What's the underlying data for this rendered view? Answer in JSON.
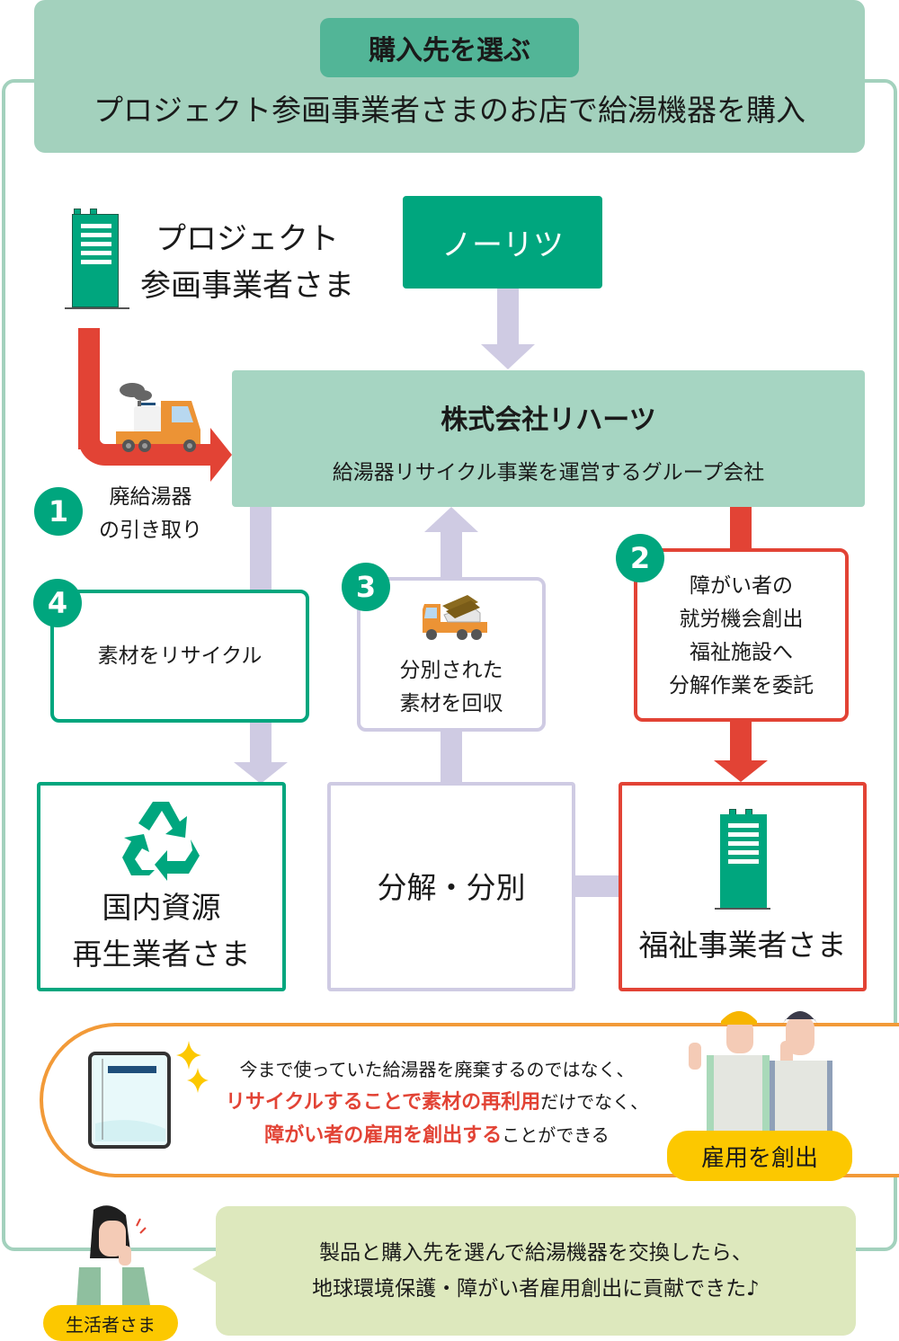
{
  "header": {
    "badge": "購入先を選ぶ",
    "subtitle": "プロジェクト参画事業者さまのお店で給湯機器を購入"
  },
  "project_participant": {
    "line1": "プロジェクト",
    "line2": "参画事業者さま",
    "icon": "building-icon"
  },
  "noritz": {
    "label": "ノーリツ"
  },
  "reharts": {
    "title": "株式会社リハーツ",
    "subtitle": "給湯器リサイクル事業を運営するグループ会社"
  },
  "steps": [
    {
      "number": "1",
      "lines": [
        "廃給湯器",
        "の引き取り"
      ],
      "icon": "truck-icon"
    },
    {
      "number": "2",
      "lines": [
        "障がい者の",
        "就労機会創出",
        "福祉施設へ",
        "分解作業を委託"
      ]
    },
    {
      "number": "3",
      "lines": [
        "分別された",
        "素材を回収"
      ],
      "icon": "truck-with-materials-icon"
    },
    {
      "number": "4",
      "lines": [
        "素材をリサイクル"
      ]
    }
  ],
  "destinations": {
    "recycler": {
      "lines": [
        "国内資源",
        "再生業者さま"
      ],
      "icon": "recycle-icon"
    },
    "sorting": {
      "label": "分解・分別"
    },
    "welfare": {
      "label": "福祉事業者さま",
      "icon": "building-icon"
    }
  },
  "banner": {
    "line1": "今まで使っていた給湯器を廃棄するのではなく、",
    "line2_highlight": "リサイクルすることで素材の再利用",
    "line2_rest": "だけでなく、",
    "line3_highlight": "障がい者の雇用を創出する",
    "line3_rest": "ことができる",
    "badge": "雇用を創出"
  },
  "consumer": {
    "badge": "生活者さま",
    "speech_line1": "製品と購入先を選んで給湯機器を交換したら、",
    "speech_line2": "地球環境保護・障がい者雇用創出に貢献できた♪"
  },
  "colors": {
    "green": "#00a67e",
    "light_green": "#a3d1bd",
    "red": "#e24335",
    "lavender": "#cfcbe3",
    "orange": "#f29a38",
    "yellow": "#fcc800",
    "speech_bg": "#dde8bd"
  }
}
